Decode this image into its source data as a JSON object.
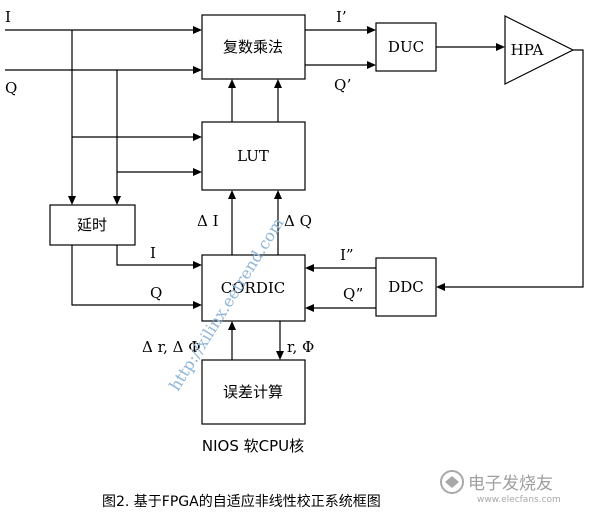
{
  "inputs": {
    "i": "I",
    "q": "Q"
  },
  "blocks": {
    "complex_mult": "复数乘法",
    "duc": "DUC",
    "hpa": "HPA",
    "lut": "LUT",
    "delay": "延时",
    "cordic": "CORDIC",
    "ddc": "DDC",
    "error_calc": "误差计算"
  },
  "signals": {
    "i_prime": "I’",
    "q_prime": "Q’",
    "delta_i": "Δ I",
    "delta_q": "Δ Q",
    "cordic_i": "I",
    "cordic_q": "Q",
    "i_double_prime": "I”",
    "q_double_prime": "Q”",
    "delta_r_phi": "Δ r,  Δ Φ",
    "r_phi": "r,  Φ"
  },
  "nios_label": "NIOS 软CPU核",
  "caption": "图2. 基于FPGA的自适应非线性校正系统框图",
  "watermark": "http://xilinx.eetrend.com",
  "logo": {
    "cn": "电子发烧友",
    "url": "www.elecfans.com"
  }
}
